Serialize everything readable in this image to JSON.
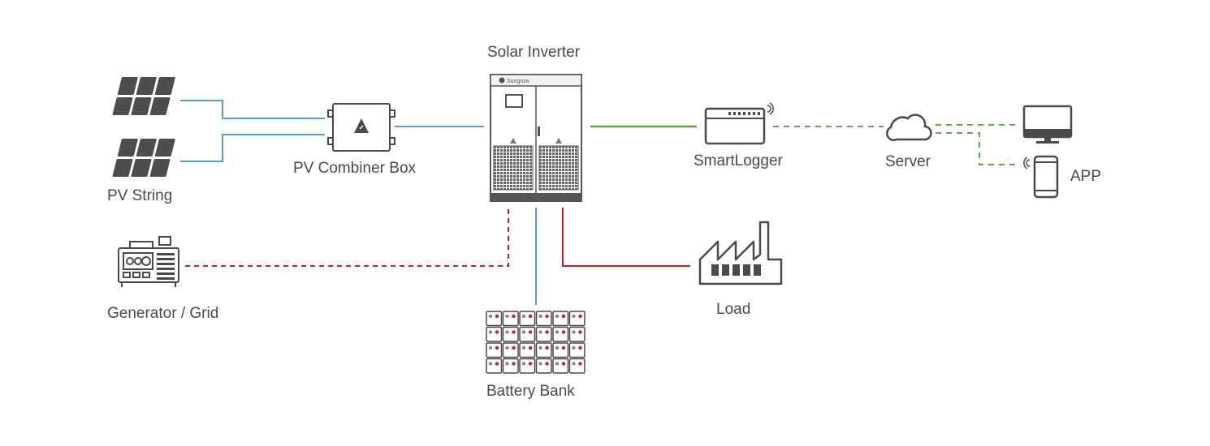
{
  "labels": {
    "solar_inverter": "Solar Inverter",
    "pv_string": "PV String",
    "pv_combiner_box": "PV Combiner Box",
    "smartlogger": "SmartLogger",
    "server": "Server",
    "app": "APP",
    "generator_grid": "Generator / Grid",
    "battery_bank": "Battery Bank",
    "load": "Load"
  },
  "inverter_brand": "Sungrow",
  "colors": {
    "dc_line": "#4da3e0",
    "ac_line": "#c8202a",
    "comm_line": "#5aa83a",
    "data_dashed": "#5ab03c",
    "icon": "#4a4a4a",
    "panel": "#4d4d4d"
  },
  "icons": {
    "pv_string": "solar-panel-icon",
    "combiner": "combiner-box-icon",
    "inverter": "inverter-cabinet-icon",
    "smartlogger": "smartlogger-icon",
    "server": "cloud-icon",
    "monitor": "monitor-icon",
    "app": "smartphone-icon",
    "generator": "generator-icon",
    "battery": "battery-bank-icon",
    "load": "factory-icon"
  }
}
